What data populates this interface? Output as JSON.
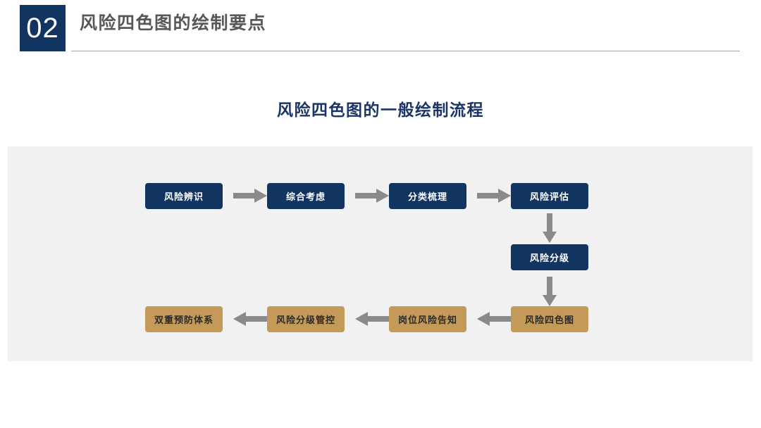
{
  "header": {
    "section_number": "02",
    "section_title": "风险四色图的绘制要点"
  },
  "chart_title": "风险四色图的一般绘制流程",
  "colors": {
    "navy": "#123460",
    "tan": "#c49a58",
    "panel_bg": "#f1f1f1",
    "arrow_gray": "#8a8a8a",
    "title_navy": "#1b3566",
    "heading_gray": "#585858",
    "rule_gray": "#a6a6a6"
  },
  "chart_data": {
    "type": "diagram",
    "title": "风险四色图的一般绘制流程",
    "nodes": [
      {
        "id": "r1c1",
        "label": "风险辨识",
        "row": 1,
        "col": 1,
        "style": "navy"
      },
      {
        "id": "r1c2",
        "label": "综合考虑",
        "row": 1,
        "col": 2,
        "style": "navy"
      },
      {
        "id": "r1c3",
        "label": "分类梳理",
        "row": 1,
        "col": 3,
        "style": "navy"
      },
      {
        "id": "r1c4",
        "label": "风险评估",
        "row": 1,
        "col": 4,
        "style": "navy"
      },
      {
        "id": "mid",
        "label": "风险分级",
        "row": 2,
        "col": 4,
        "style": "navy"
      },
      {
        "id": "r3c4",
        "label": "风险四色图",
        "row": 3,
        "col": 4,
        "style": "tan"
      },
      {
        "id": "r3c3",
        "label": "岗位风险告知",
        "row": 3,
        "col": 3,
        "style": "tan"
      },
      {
        "id": "r3c2",
        "label": "风险分级管控",
        "row": 3,
        "col": 2,
        "style": "tan"
      },
      {
        "id": "r3c1",
        "label": "双重预防体系",
        "row": 3,
        "col": 1,
        "style": "tan"
      }
    ],
    "edges": [
      {
        "from": "r1c1",
        "to": "r1c2",
        "direction": "right"
      },
      {
        "from": "r1c2",
        "to": "r1c3",
        "direction": "right"
      },
      {
        "from": "r1c3",
        "to": "r1c4",
        "direction": "right"
      },
      {
        "from": "r1c4",
        "to": "mid",
        "direction": "down"
      },
      {
        "from": "mid",
        "to": "r3c4",
        "direction": "down"
      },
      {
        "from": "r3c4",
        "to": "r3c3",
        "direction": "left"
      },
      {
        "from": "r3c3",
        "to": "r3c2",
        "direction": "left"
      },
      {
        "from": "r3c2",
        "to": "r3c1",
        "direction": "left"
      }
    ]
  },
  "nodes": {
    "r1c1": "风险辨识",
    "r1c2": "综合考虑",
    "r1c3": "分类梳理",
    "r1c4": "风险评估",
    "mid": "风险分级",
    "r3c4": "风险四色图",
    "r3c3": "岗位风险告知",
    "r3c2": "风险分级管控",
    "r3c1": "双重预防体系"
  },
  "icons": {
    "arrow_right": "arrow-right-icon",
    "arrow_left": "arrow-left-icon",
    "arrow_down": "arrow-down-icon"
  }
}
